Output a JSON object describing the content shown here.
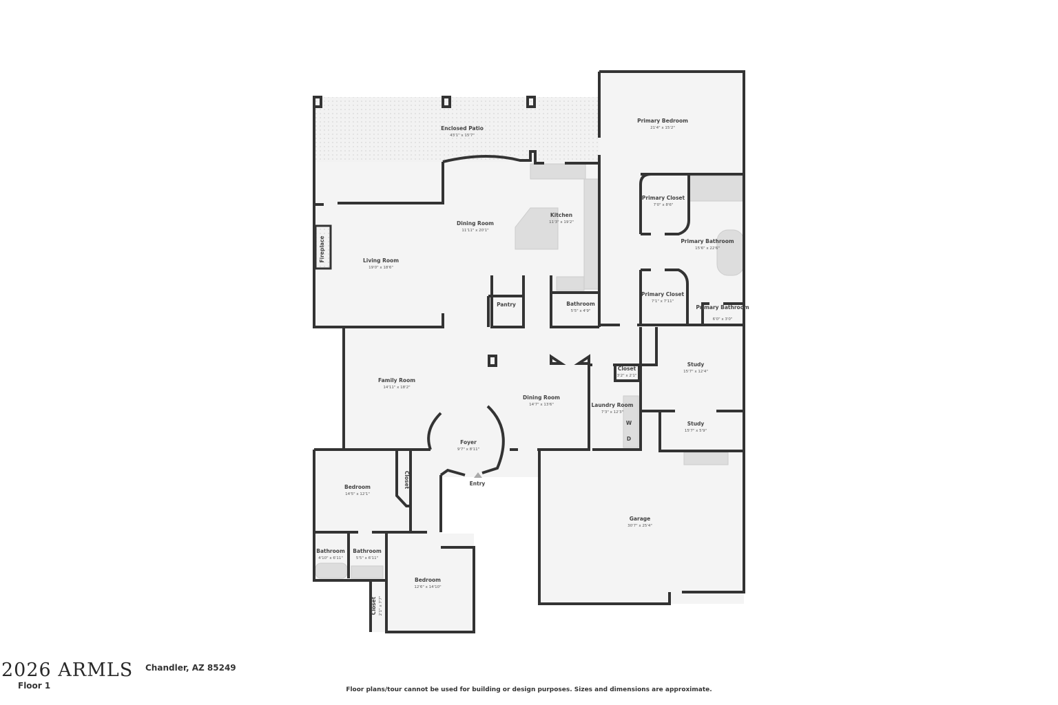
{
  "floor_plan": {
    "rooms": [
      {
        "name": "Enclosed Patio",
        "dims": "43'1\" x 15'7\""
      },
      {
        "name": "Primary Bedroom",
        "dims": "21'4\" x 15'2\""
      },
      {
        "name": "Dining Room",
        "dims": "11'11\" x 20'1\""
      },
      {
        "name": "Kitchen",
        "dims": "11'3\" x 19'2\""
      },
      {
        "name": "Living Room",
        "dims": "19'0\" x 18'6\""
      },
      {
        "name": "Primary Closet",
        "dims": "7'0\" x 8'6\""
      },
      {
        "name": "Primary Bathroom",
        "dims": "15'6\" x 22'6\""
      },
      {
        "name": "Primary Closet",
        "dims": "7'1\" x 7'11\""
      },
      {
        "name": "Primary Bathroom",
        "dims": "6'0\" x 3'0\""
      },
      {
        "name": "Pantry",
        "dims": ""
      },
      {
        "name": "Bathroom",
        "dims": "5'5\" x 4'9\""
      },
      {
        "name": "Family Room",
        "dims": "14'11\" x 18'2\""
      },
      {
        "name": "Dining Room",
        "dims": "14'7\" x 13'6\""
      },
      {
        "name": "Closet",
        "dims": "3'2\" x 2'1\""
      },
      {
        "name": "Study",
        "dims": "15'7\" x 12'4\""
      },
      {
        "name": "Laundry Room",
        "dims": "7'3\" x 12'3\""
      },
      {
        "name": "Study",
        "dims": "15'7\" x 5'9\""
      },
      {
        "name": "Foyer",
        "dims": "9'7\" x 8'11\""
      },
      {
        "name": "Bedroom",
        "dims": "14'5\" x 12'1\""
      },
      {
        "name": "Bathroom",
        "dims": "4'10\" x 6'11\""
      },
      {
        "name": "Bathroom",
        "dims": "5'5\" x 6'11\""
      },
      {
        "name": "Bedroom",
        "dims": "12'6\" x 14'10\""
      },
      {
        "name": "Closet",
        "dims": "2'1\" x 7'7\""
      },
      {
        "name": "Garage",
        "dims": "30'7\" x 25'4\""
      }
    ],
    "fireplace_label": "Fireplace",
    "closet_label": "Closet",
    "entry_label": "Entry",
    "washer_label": "W",
    "dryer_label": "D"
  },
  "footer": {
    "address": "Chandler, AZ 85249",
    "watermark": "2026 ARMLS",
    "floor": "Floor 1",
    "disclaimer": "Floor plans/tour cannot be used for building or design purposes. Sizes and dimensions are approximate."
  }
}
